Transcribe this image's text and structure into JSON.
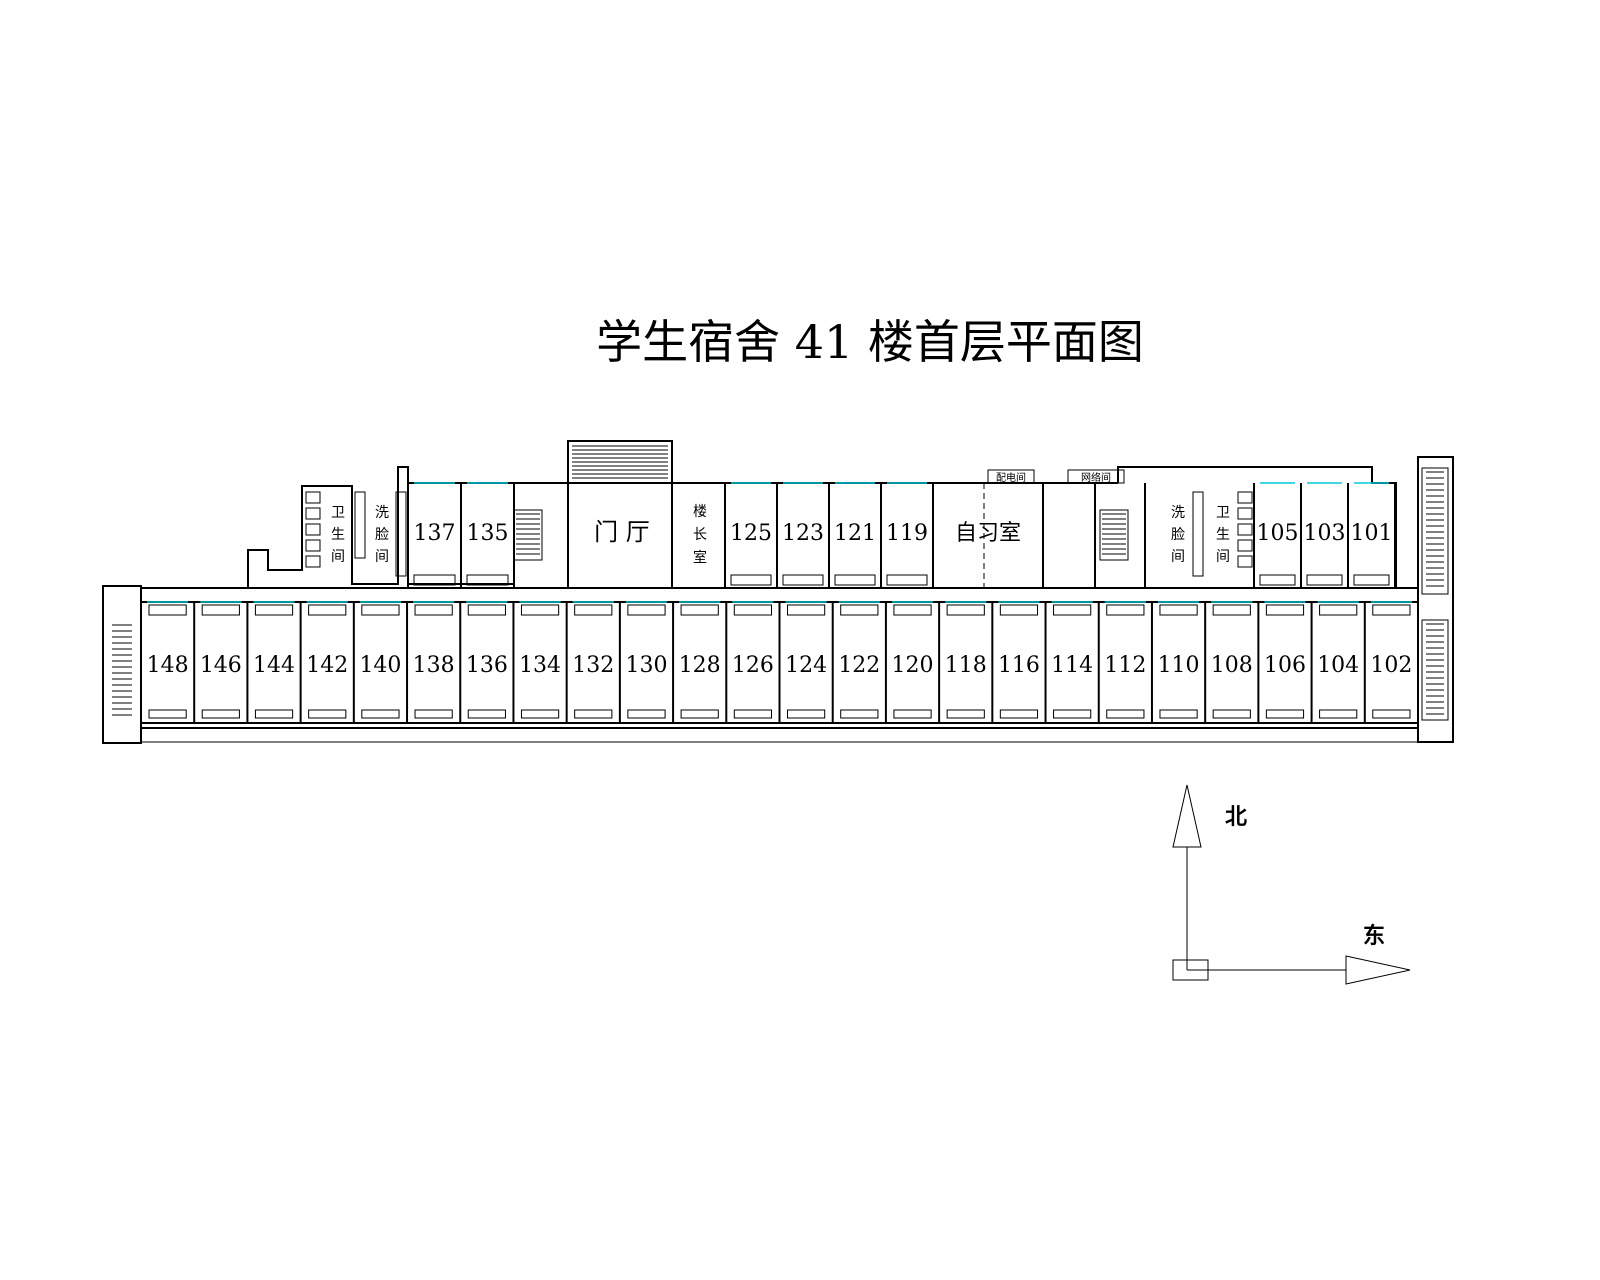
{
  "title": "学生宿舍 41 楼首层平面图",
  "south_rooms": [
    "148",
    "146",
    "144",
    "142",
    "140",
    "138",
    "136",
    "134",
    "132",
    "130",
    "128",
    "126",
    "124",
    "122",
    "120",
    "118",
    "116",
    "114",
    "112",
    "110",
    "108",
    "106",
    "104",
    "102"
  ],
  "north_rooms_west": [
    "137",
    "135"
  ],
  "north_rooms_mid": [
    "125",
    "123",
    "121",
    "119"
  ],
  "north_rooms_east": [
    "105",
    "103",
    "101"
  ],
  "labels": {
    "lobby": "门 厅",
    "building_manager": [
      "楼",
      "长",
      "室"
    ],
    "study_room": "自习室",
    "toilet_west": [
      "卫",
      "生",
      "间"
    ],
    "washroom_west": [
      "洗",
      "脸",
      "间"
    ],
    "toilet_east": [
      "卫",
      "生",
      "间"
    ],
    "washroom_east": [
      "洗",
      "脸",
      "间"
    ],
    "power_room": "配电间",
    "network_room": "网络间"
  },
  "compass": {
    "north": "北",
    "east": "东"
  },
  "colors": {
    "wall": "#000000",
    "window": "#00c8d8"
  }
}
